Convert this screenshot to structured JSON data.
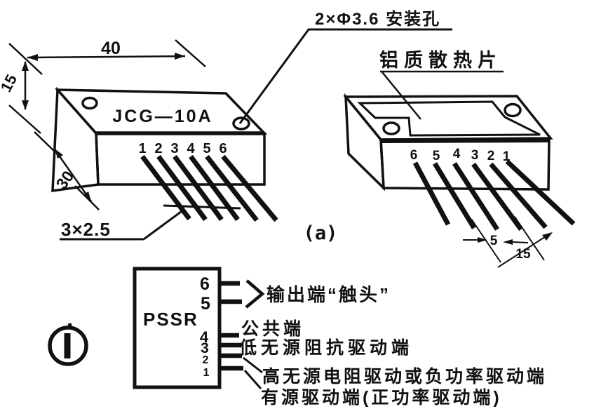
{
  "colors": {
    "ink": "#111111",
    "paper": "#ffffff"
  },
  "annotations": {
    "mounting_holes_label": "2×Φ3.6 安装孔",
    "heatsink_label": "铝质散热片",
    "subfigure_label": "(a)"
  },
  "left_view": {
    "model": "JCG—10A",
    "pins": [
      "1",
      "2",
      "3",
      "4",
      "5",
      "6"
    ],
    "dims": {
      "width": "40",
      "height": "15",
      "depth": "30",
      "lead_section": "3×2.5"
    }
  },
  "right_view": {
    "pins": [
      "6",
      "5",
      "4",
      "3",
      "2",
      "1"
    ],
    "dims": {
      "lead_pitch": "5",
      "lead_length": "15"
    }
  },
  "schematic": {
    "box_label": "PSSR",
    "pins": [
      "6",
      "5",
      "4",
      "3",
      "2",
      "1"
    ],
    "labels": {
      "output": "输出端“触头”",
      "common": "公共端",
      "low_impedance": "低无源阻抗驱动端",
      "high_resistance": "高无源电阻驱动或负功率驱动端",
      "active": "有源驱动端(正功率驱动端)"
    }
  }
}
